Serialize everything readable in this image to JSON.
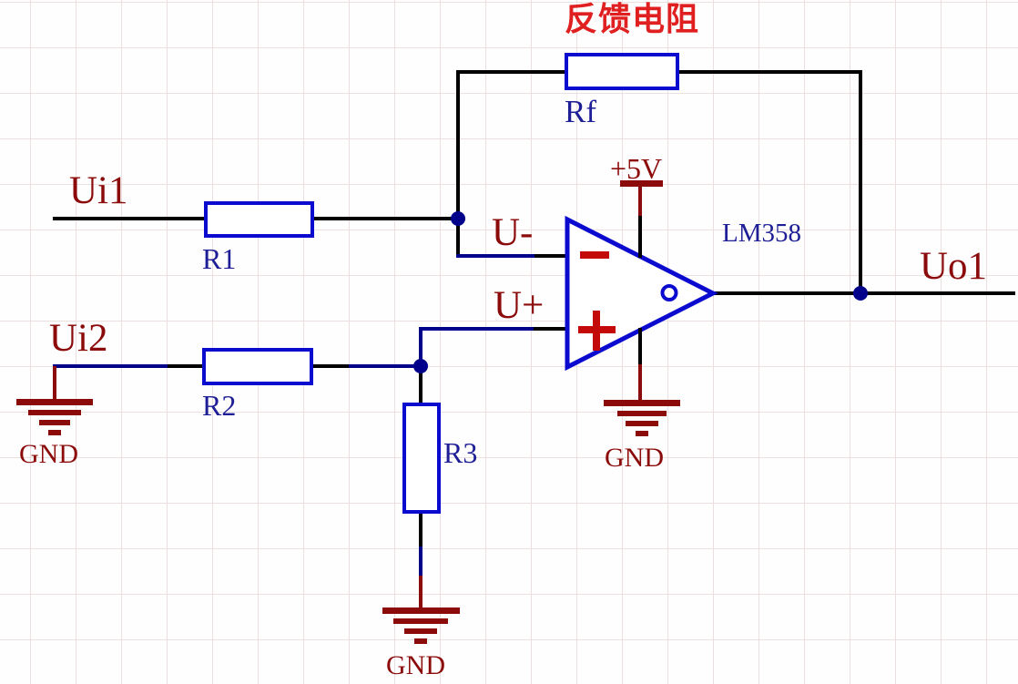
{
  "diagram": {
    "title": "反馈电阻",
    "opamp": {
      "part_label": "LM358",
      "inverting_mark": "−",
      "noninverting_mark": "+",
      "output_bubble": "o"
    },
    "resistors": {
      "rf": "Rf",
      "r1": "R1",
      "r2": "R2",
      "r3": "R3"
    },
    "nets": {
      "in1": "Ui1",
      "in2": "Ui2",
      "out": "Uo1",
      "inv": "U-",
      "noninv": "U+",
      "vcc": "+5V",
      "gnd": "GND"
    },
    "colors": {
      "wire_black": "#000000",
      "wire_navy": "#00008b",
      "component_blue": "#0b0bd0",
      "designator_navy": "#1e1e96",
      "net_label_dark_red": "#8b0a0a",
      "opamp_mark_red": "#c40909",
      "title_red": "#e02020",
      "background": "#fffefe",
      "grid": "#ecdfdf"
    }
  }
}
